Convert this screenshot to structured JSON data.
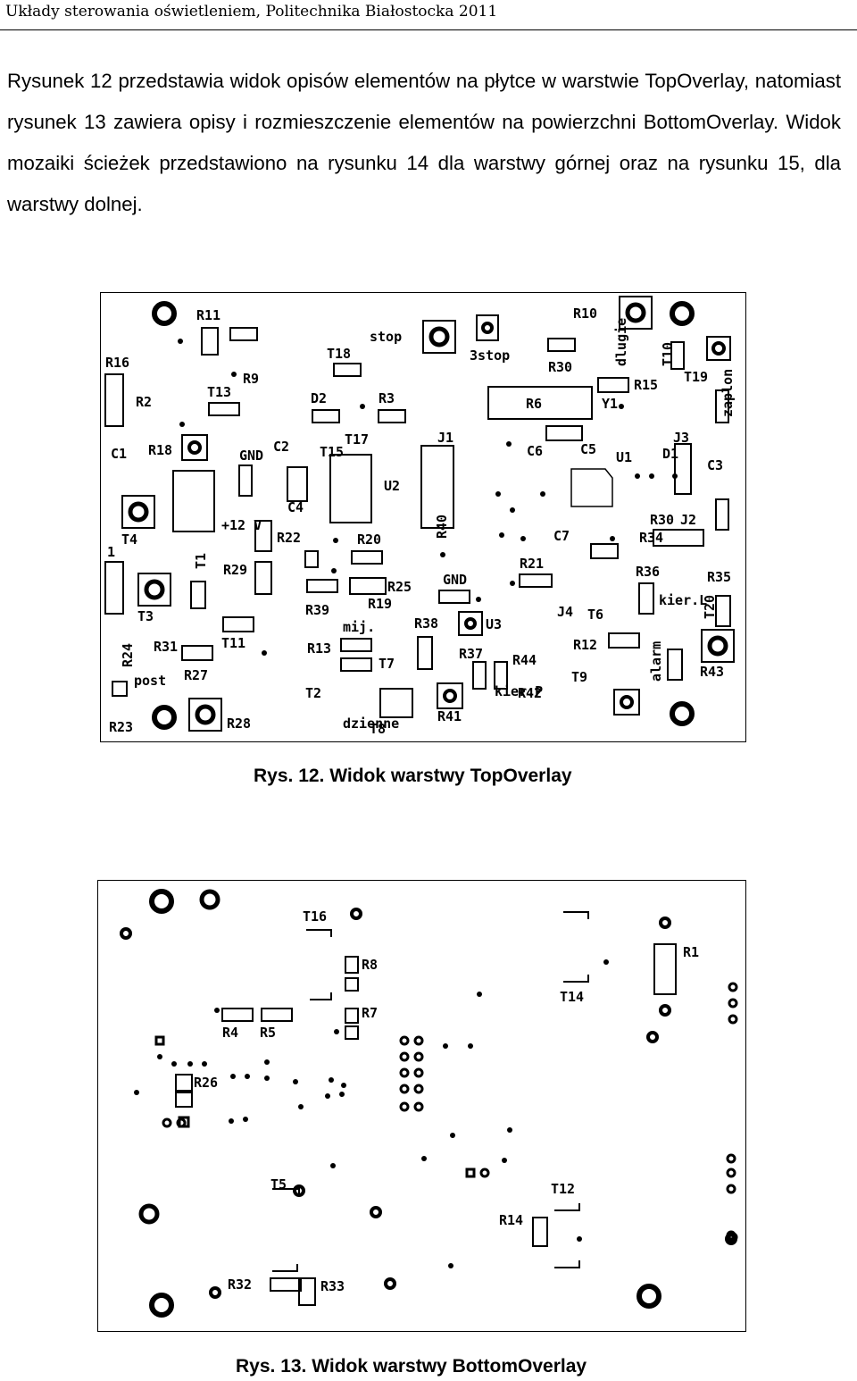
{
  "header": "Układy sterowania oświetleniem, Politechnika Białostocka 2011",
  "paragraph": "Rysunek 12 przedstawia widok opisów elementów na płytce w warstwie TopOverlay, natomiast rysunek 13 zawiera opisy i rozmieszczenie elementów na powierzchni BottomOverlay. Widok mozaiki ścieżek przedstawiono na rysunku 14 dla warstwy górnej oraz na rysunku 15, dla warstwy dolnej.",
  "figure12": {
    "caption": "Rys. 12. Widok warstwy TopOverlay",
    "labels": [
      "R11",
      "R10",
      "stop",
      "3stop",
      "dlugie",
      "T10",
      "R30",
      "R16",
      "T18",
      "R9",
      "T13",
      "R2",
      "D2",
      "R3",
      "R6",
      "Y1",
      "R15",
      "T19",
      "zaplon",
      "R18",
      "GND",
      "C2",
      "T17",
      "T15",
      "J1",
      "C6",
      "C5",
      "U1",
      "J3",
      "D1",
      "C1",
      "U2",
      "C3",
      "C4",
      "T4",
      "+12 V",
      "R22",
      "R20",
      "C7",
      "R30",
      "J2",
      "R34",
      "1",
      "T1",
      "R29",
      "R21",
      "R36",
      "R25",
      "GND",
      "R39",
      "R19",
      "J4",
      "T6",
      "R35",
      "T3",
      "mij.",
      "R38",
      "U3",
      "kier.L",
      "T20",
      "R31",
      "T11",
      "R12",
      "R24",
      "R27",
      "R13",
      "T7",
      "R37",
      "R44",
      "R43",
      "post",
      "T2",
      "R42",
      "T9",
      "alarm",
      "R23",
      "R28",
      "dzienne",
      "T8",
      "R41",
      "R40",
      "kier.P",
      "1",
      "1"
    ]
  },
  "figure13": {
    "caption": "Rys. 13. Widok warstwy BottomOverlay",
    "labels": [
      "T16",
      "R1",
      "R8",
      "T14",
      "R7",
      "R4",
      "R5",
      "R26",
      "T5",
      "T12",
      "R14",
      "R32",
      "R33"
    ]
  }
}
